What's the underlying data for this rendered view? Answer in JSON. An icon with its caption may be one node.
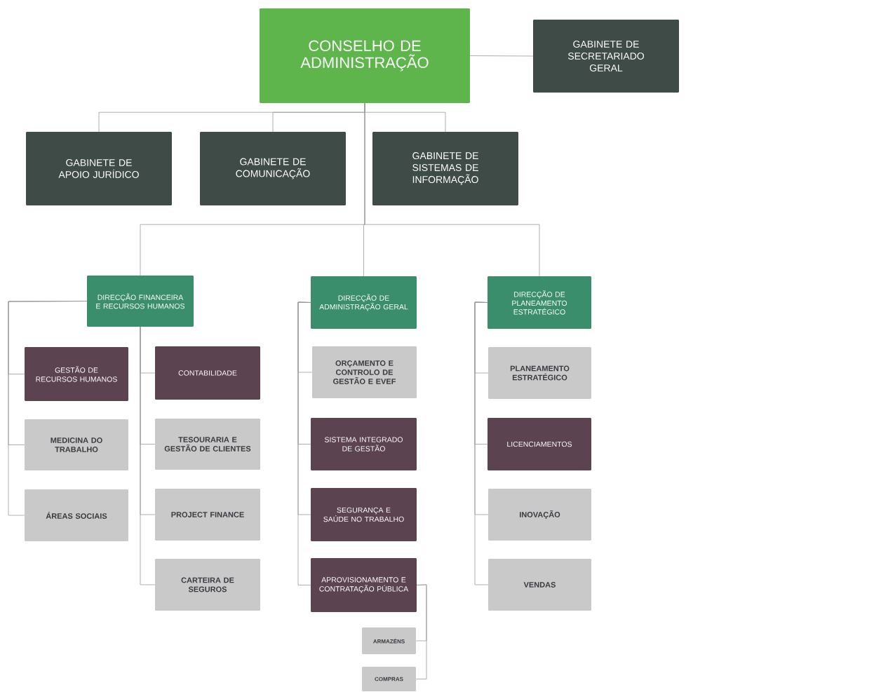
{
  "diagram": {
    "nodes": [
      {
        "text": [
          "CONSELHO DE ADMINISTRAÇÃO"
        ]
      },
      {
        "text": [
          "GABINETE DE SECRETARIADO GERAL"
        ]
      },
      {
        "text": [
          "GABINETE DE APOIO JURÍDICO"
        ]
      },
      {
        "text": [
          "GABINETE DE COMUNICAÇÃO"
        ]
      },
      {
        "text": [
          "GABINETE DE SISTEMAS DE INFORMAÇÃO"
        ]
      },
      {
        "text": [
          "DIRECÇÃO FINANCEIRA E RECURSOS HUMANOS"
        ]
      },
      {
        "text": [
          "GESTÃO DE RECURSOS HUMANOS"
        ]
      },
      {
        "text": [
          "MEDICINA DO TRABALHO"
        ]
      },
      {
        "text": [
          "ÁREAS SOCIAIS"
        ]
      },
      {
        "text": [
          "CONTABILIDADE"
        ]
      },
      {
        "text": [
          "TESOURARIA E GESTÃO DE CLIENTES"
        ]
      },
      {
        "text": [
          "PROJECT FINANCE"
        ]
      },
      {
        "text": [
          "CARTEIRA DE SEGUROS"
        ]
      },
      {
        "text": [
          "DIRECÇÃO DE ADMINISTRAÇÃO GERAL"
        ]
      },
      {
        "text": [
          "ORÇAMENTO E CONTROLO DE GESTÃO E EVEF"
        ]
      },
      {
        "text": [
          "SISTEMA INTEGRADO DE GESTÃO"
        ]
      },
      {
        "text": [
          "SEGURANÇA E SAÚDE NO TRABALHO"
        ]
      },
      {
        "text": [
          "APROVISIONAMENTO E CONTRATAÇÃO PÚBLICA"
        ]
      },
      {
        "text": [
          "ARMAZÉNS"
        ]
      },
      {
        "text": [
          "COMPRAS"
        ]
      },
      {
        "text": [
          "DIRECÇÃO DE PLANEAMENTO ESTRATÉGICO"
        ]
      },
      {
        "text": [
          "PLANEAMENTO ESTRATÉGICO"
        ]
      },
      {
        "text": [
          "LICENCIAMENTOS"
        ]
      },
      {
        "text": [
          "INOVAÇÃO"
        ]
      },
      {
        "text": [
          "VENDAS"
        ]
      }
    ],
    "edges": [
      {
        "from": 0,
        "to": 1,
        "arrow": "none"
      },
      {
        "from": 0,
        "to": 2,
        "arrow": "none"
      },
      {
        "from": 0,
        "to": 3,
        "arrow": "none"
      },
      {
        "from": 0,
        "to": 4,
        "arrow": "none"
      },
      {
        "from": 0,
        "to": 5,
        "arrow": "none"
      },
      {
        "from": 0,
        "to": 13,
        "arrow": "none"
      },
      {
        "from": 0,
        "to": 20,
        "arrow": "none"
      },
      {
        "from": 5,
        "to": 6,
        "arrow": "none"
      },
      {
        "from": 5,
        "to": 7,
        "arrow": "none"
      },
      {
        "from": 5,
        "to": 8,
        "arrow": "none"
      },
      {
        "from": 5,
        "to": 9,
        "arrow": "none"
      },
      {
        "from": 5,
        "to": 10,
        "arrow": "none"
      },
      {
        "from": 5,
        "to": 11,
        "arrow": "none"
      },
      {
        "from": 5,
        "to": 12,
        "arrow": "none"
      },
      {
        "from": 13,
        "to": 14,
        "arrow": "none"
      },
      {
        "from": 13,
        "to": 15,
        "arrow": "none"
      },
      {
        "from": 13,
        "to": 16,
        "arrow": "none"
      },
      {
        "from": 13,
        "to": 17,
        "arrow": "none"
      },
      {
        "from": 17,
        "to": 18,
        "arrow": "none"
      },
      {
        "from": 17,
        "to": 19,
        "arrow": "none"
      },
      {
        "from": 20,
        "to": 21,
        "arrow": "none"
      },
      {
        "from": 20,
        "to": 22,
        "arrow": "none"
      },
      {
        "from": 20,
        "to": 23,
        "arrow": "none"
      },
      {
        "from": 20,
        "to": 24,
        "arrow": "none"
      }
    ]
  }
}
